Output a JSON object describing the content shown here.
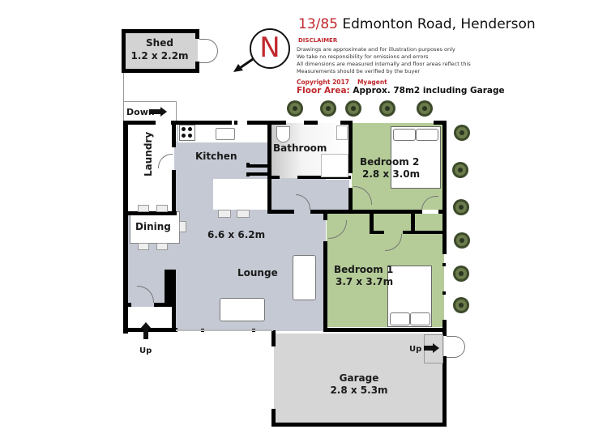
{
  "header": {
    "address_number": "13/85",
    "address_rest": " Edmonton Road, Henderson",
    "disclaimer_title": "DISCLAIMER",
    "disclaimer_lines": [
      "Drawings are approximate and for illustration purposes only",
      "We take no responsibility for omissions and errors",
      "All dimensions are measured internally and floor areas reflect this",
      "Measurements should be verified by the buyer"
    ],
    "copyright": "Copyright 2017",
    "agent": "Myagent",
    "floor_area_label": "Floor Area:",
    "floor_area_value": " Approx. 78m2 including Garage"
  },
  "compass": {
    "letter": "N",
    "color": "#c0282d"
  },
  "rooms": {
    "shed": {
      "name": "Shed",
      "size": "1.2 x 2.2m"
    },
    "laundry": {
      "name": "Laundry"
    },
    "kitchen": {
      "name": "Kitchen"
    },
    "bathroom": {
      "name": "Bathroom"
    },
    "bedroom2": {
      "name": "Bedroom 2",
      "size": "2.8 x 3.0m"
    },
    "dining": {
      "name": "Dining"
    },
    "living": {
      "size": "6.6 x 6.2m",
      "name": "Lounge"
    },
    "bedroom1": {
      "name": "Bedroom 1",
      "size": "3.7 x 3.7m"
    },
    "garage": {
      "name": "Garage",
      "size": "2.8 x 5.3m"
    }
  },
  "stairs": {
    "down": "Down",
    "up_front": "Up",
    "up_garage": "Up"
  },
  "colors": {
    "accent_red": "#c0282d",
    "living_grey": "#c5c9d4",
    "bedroom_green": "#b5cc98",
    "garage_grey": "#d6d6d6"
  }
}
